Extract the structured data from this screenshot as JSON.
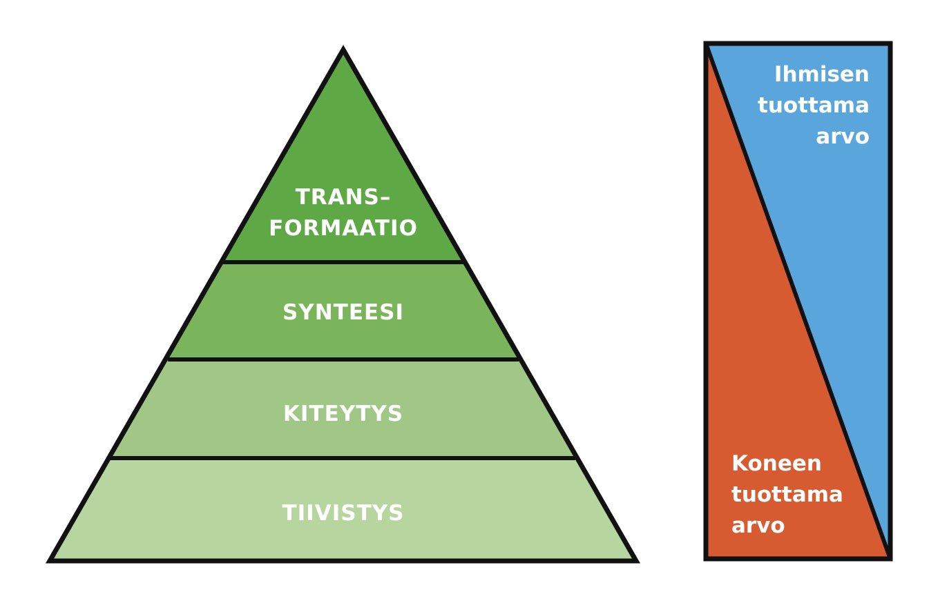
{
  "pyramid": {
    "levels": [
      {
        "lines": [
          "TRANS–",
          "FORMAATIO"
        ],
        "color": "#5ea945"
      },
      {
        "lines": [
          "SYNTEESI"
        ],
        "color": "#7ab55b"
      },
      {
        "lines": [
          "KITEYTYS"
        ],
        "color": "#a0c785"
      },
      {
        "lines": [
          "TIIVISTYS"
        ],
        "color": "#b7d59e"
      }
    ],
    "outline_color": "#111111",
    "label_color": "#ffffff"
  },
  "value_split": {
    "human": {
      "lines": [
        "Ihmisen",
        "tuottama",
        "arvo"
      ],
      "color": "#5aa6dc"
    },
    "machine": {
      "lines": [
        "Koneen",
        "tuottama",
        "arvo"
      ],
      "color": "#d65b31"
    },
    "outline_color": "#111111",
    "label_color": "#ffffff"
  }
}
